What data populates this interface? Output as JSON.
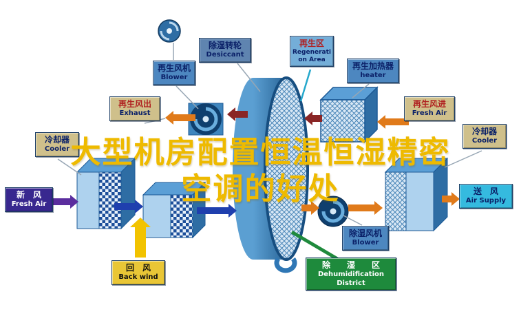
{
  "watermark": {
    "line1": "大型机房配置恒温恒湿精密",
    "line2": "空调的好处"
  },
  "labels": {
    "desiccant": {
      "zh": "除湿转轮",
      "en": "Desiccant"
    },
    "regen_area": {
      "zh": "再生区",
      "en": "Regeneration Area"
    },
    "regen_blower": {
      "zh": "再生风机",
      "en": "Blower"
    },
    "regen_heater": {
      "zh": "再生加热器",
      "en": "heater"
    },
    "regen_out": {
      "zh": "再生风出",
      "en": "Exhaust"
    },
    "regen_in": {
      "zh": "再生风进",
      "en": "Fresh Air"
    },
    "cooler_left": {
      "zh": "冷却器",
      "en": "Cooler"
    },
    "cooler_right": {
      "zh": "冷却器",
      "en": "Cooler"
    },
    "fresh_air": {
      "zh": "新风",
      "en": "Fresh Air"
    },
    "back_wind": {
      "zh": "回风",
      "en": "Back wind"
    },
    "dehumid_blower": {
      "zh": "除湿风机",
      "en": "Blower"
    },
    "dehumid_area": {
      "zh": "除湿区",
      "en_line1": "Dehumidification",
      "en_line2": "District"
    },
    "air_supply": {
      "zh": "送风",
      "en": "Air Supply"
    }
  },
  "colors": {
    "watermark_yellow": "#eeba00",
    "arrow_orange": "#e07a1a",
    "arrow_yellow": "#f2c300",
    "arrow_blue": "#1f3fae",
    "arrow_purple": "#5b2d9e",
    "arrow_maroon": "#8a2525",
    "wheel_blue": "#3f86be",
    "dehumid_green": "#1f8a3c"
  }
}
